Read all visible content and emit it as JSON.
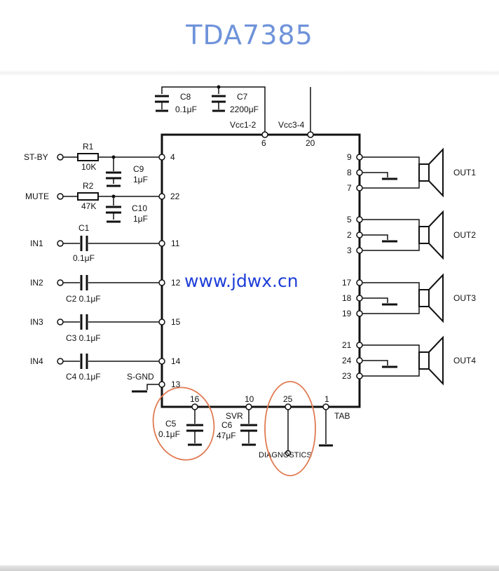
{
  "title": "TDA7385",
  "watermark": "www.jdwx.cn",
  "colors": {
    "title": "#6f93da",
    "watermark": "#1e3ed8",
    "highlight": "#e07a52",
    "line": "#111111"
  },
  "pins": {
    "p6": "6",
    "p20": "20",
    "p4": "4",
    "p22": "22",
    "p11": "11",
    "p12": "12",
    "p15": "15",
    "p14": "14",
    "p13": "13",
    "p16": "16",
    "p10": "10",
    "p25": "25",
    "p1": "1",
    "p9": "9",
    "p8": "8",
    "p7": "7",
    "p5": "5",
    "p2": "2",
    "p3": "3",
    "p17": "17",
    "p18": "18",
    "p19": "19",
    "p21": "21",
    "p24": "24",
    "p23": "23"
  },
  "supply": {
    "vcc12": "Vcc1-2",
    "vcc34": "Vcc3-4"
  },
  "components": {
    "c8": {
      "name": "C8",
      "value": "0.1μF"
    },
    "c7": {
      "name": "C7",
      "value": "2200μF"
    },
    "r1": {
      "name": "R1",
      "value": "10K"
    },
    "c9": {
      "name": "C9",
      "value": "1μF"
    },
    "r2": {
      "name": "R2",
      "value": "47K"
    },
    "c10": {
      "name": "C10",
      "value": "1μF"
    },
    "c1": {
      "name": "C1",
      "value": "0.1μF"
    },
    "c2": "C2 0.1μF",
    "c3": "C3 0.1μF",
    "c4": "C4 0.1μF",
    "c5": {
      "name": "C5",
      "value": "0.1μF"
    },
    "c6": {
      "name": "C6",
      "value": "47μF"
    }
  },
  "signals": {
    "stby": "ST-BY",
    "mute": "MUTE",
    "in1": "IN1",
    "in2": "IN2",
    "in3": "IN3",
    "in4": "IN4",
    "sgnd": "S-GND",
    "svr": "SVR",
    "tab": "TAB",
    "diagnostics": "DIAGNOSTICS"
  },
  "outputs": {
    "out1": "OUT1",
    "out2": "OUT2",
    "out3": "OUT3",
    "out4": "OUT4"
  }
}
